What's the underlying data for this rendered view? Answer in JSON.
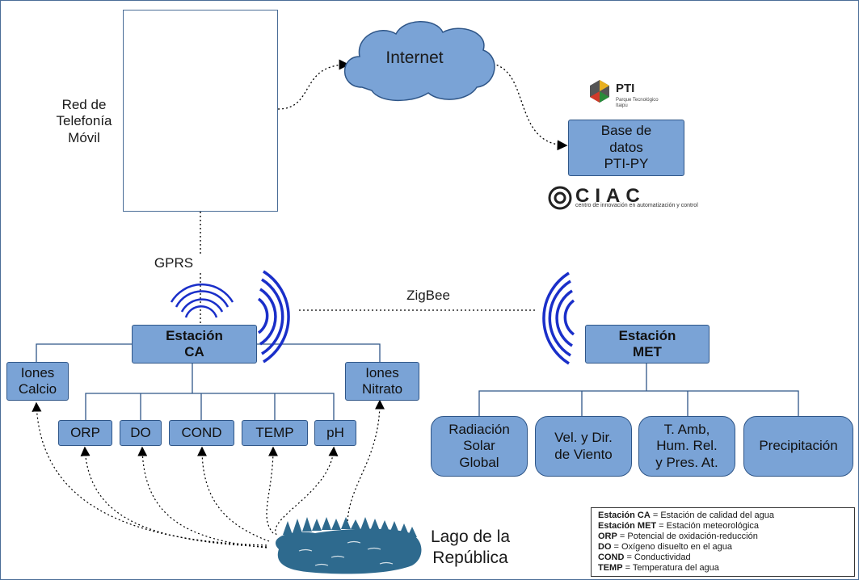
{
  "network": {
    "tower_label": "Red de\nTelefonía\nMóvil",
    "internet_label": "Internet",
    "database_label": "Base de\ndatos\nPTI-PY",
    "gprs_label": "GPRS",
    "zigbee_label": "ZigBee"
  },
  "logos": {
    "pti_name": "PTI",
    "pti_subtitle": "Parque Tecnológico\nItaipu",
    "ciac_name": "CIAC",
    "ciac_subtitle": "centro de innovación en automatización y control"
  },
  "stations": {
    "ca_label": "Estación\nCA",
    "met_label": "Estación\nMET"
  },
  "ca_sensors": {
    "calcio": "Iones\nCalcio",
    "nitrato": "Iones\nNitrato",
    "orp": "ORP",
    "do": "DO",
    "cond": "COND",
    "temp": "TEMP",
    "ph": "pH"
  },
  "met_sensors": {
    "radiacion": "Radiación\nSolar\nGlobal",
    "viento": "Vel. y Dir.\nde Viento",
    "amb": "T. Amb,\nHum. Rel.\ny Pres. At.",
    "precip": "Precipitación"
  },
  "lake_label": "Lago de la\nRepública",
  "legend": [
    {
      "term": "Estación CA",
      "desc": " = Estación de calidad del agua"
    },
    {
      "term": "Estación MET",
      "desc": " = Estación meteorológica"
    },
    {
      "term": "ORP",
      "desc": " = Potencial de oxidación-reducción"
    },
    {
      "term": "DO",
      "desc": " = Oxígeno disuelto en el agua"
    },
    {
      "term": "COND",
      "desc": " = Conductividad"
    },
    {
      "term": "TEMP",
      "desc": " = Temperatura del agua"
    }
  ],
  "colors": {
    "node_fill": "#7aa3d6",
    "node_border": "#2f5688",
    "signal_blue": "#1a2fc9",
    "tower_signal": "#2b8fe0",
    "lake": "#2e6a8e"
  }
}
